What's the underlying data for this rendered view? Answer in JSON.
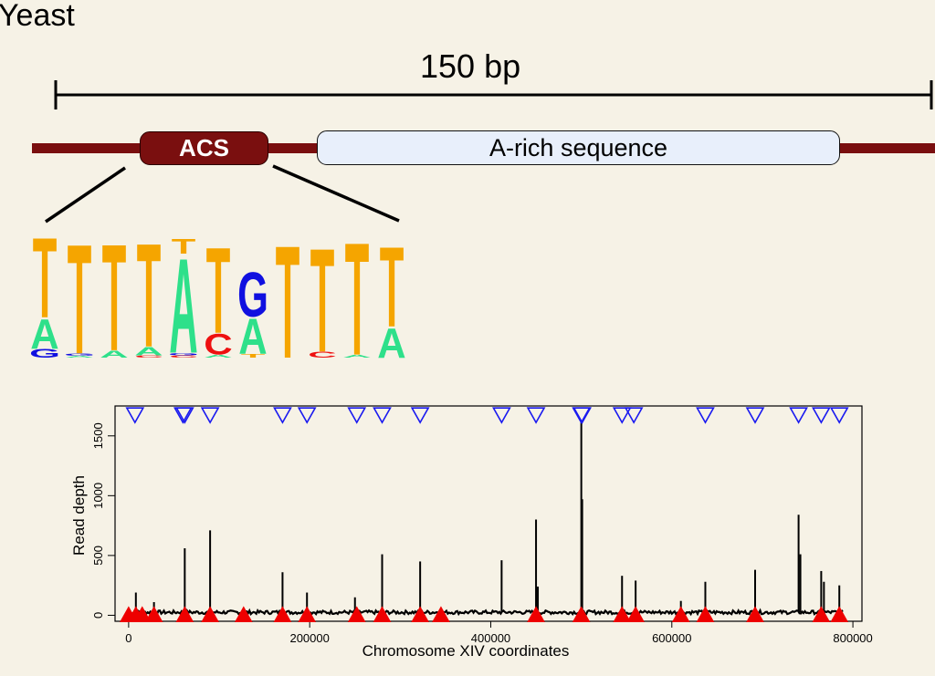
{
  "title": "Yeast",
  "scale": {
    "label": "150 bp"
  },
  "elements": {
    "acs_label": "ACS",
    "arich_label": "A-rich sequence"
  },
  "colors": {
    "background": "#f6f2e6",
    "chromosome": "#7a0f0f",
    "acs_fill": "#7a0f0f",
    "arich_fill": "#e8effb",
    "logo_T": "#f5a500",
    "logo_A": "#2ee08a",
    "logo_G": "#1010e0",
    "logo_C": "#ee1010",
    "predicted_marker": "#1a1af0",
    "known_marker": "#ee0000",
    "trace": "#000000"
  },
  "logo": {
    "positions": [
      {
        "letters": [
          {
            "base": "G",
            "bits": 0.15
          },
          {
            "base": "A",
            "bits": 0.5
          },
          {
            "base": "T",
            "bits": 1.35
          }
        ]
      },
      {
        "letters": [
          {
            "base": "A",
            "bits": 0.03
          },
          {
            "base": "G",
            "bits": 0.04
          },
          {
            "base": "T",
            "bits": 1.85
          }
        ]
      },
      {
        "letters": [
          {
            "base": "A",
            "bits": 0.12
          },
          {
            "base": "T",
            "bits": 1.8
          }
        ]
      },
      {
        "letters": [
          {
            "base": "C",
            "bits": 0.04
          },
          {
            "base": "A",
            "bits": 0.14
          },
          {
            "base": "T",
            "bits": 1.75
          }
        ]
      },
      {
        "letters": [
          {
            "base": "C",
            "bits": 0.04
          },
          {
            "base": "G",
            "bits": 0.04
          },
          {
            "base": "A",
            "bits": 1.6
          },
          {
            "base": "T",
            "bits": 0.25
          }
        ]
      },
      {
        "letters": [
          {
            "base": "A",
            "bits": 0.05
          },
          {
            "base": "C",
            "bits": 0.35
          },
          {
            "base": "T",
            "bits": 1.45
          }
        ]
      },
      {
        "letters": [
          {
            "base": "T",
            "bits": 0.06
          },
          {
            "base": "A",
            "bits": 0.6
          },
          {
            "base": "G",
            "bits": 0.75
          }
        ]
      },
      {
        "letters": [
          {
            "base": "T",
            "bits": 1.9
          }
        ]
      },
      {
        "letters": [
          {
            "base": "C",
            "bits": 0.1
          },
          {
            "base": "T",
            "bits": 1.75
          }
        ]
      },
      {
        "letters": [
          {
            "base": "A",
            "bits": 0.05
          },
          {
            "base": "T",
            "bits": 1.9
          }
        ]
      },
      {
        "letters": [
          {
            "base": "A",
            "bits": 0.5
          },
          {
            "base": "T",
            "bits": 1.35
          }
        ]
      }
    ]
  },
  "chart_data": {
    "type": "line",
    "title": "",
    "xlabel": "Chromosome XIV coordinates",
    "ylabel": "Read depth",
    "xlim": [
      -15000,
      810000
    ],
    "ylim": [
      -50,
      1750
    ],
    "xticks": [
      0,
      200000,
      400000,
      600000,
      800000
    ],
    "yticks": [
      0,
      500,
      1000,
      1500
    ],
    "baseline": 25,
    "peaks": [
      {
        "x": 8000,
        "y": 190
      },
      {
        "x": 15000,
        "y": 60
      },
      {
        "x": 28000,
        "y": 110
      },
      {
        "x": 62000,
        "y": 560
      },
      {
        "x": 90000,
        "y": 710
      },
      {
        "x": 170000,
        "y": 360
      },
      {
        "x": 197000,
        "y": 190
      },
      {
        "x": 250000,
        "y": 150
      },
      {
        "x": 280000,
        "y": 510
      },
      {
        "x": 322000,
        "y": 450
      },
      {
        "x": 412000,
        "y": 460
      },
      {
        "x": 450000,
        "y": 800
      },
      {
        "x": 452000,
        "y": 240
      },
      {
        "x": 500000,
        "y": 1620
      },
      {
        "x": 501000,
        "y": 970
      },
      {
        "x": 545000,
        "y": 330
      },
      {
        "x": 560000,
        "y": 290
      },
      {
        "x": 610000,
        "y": 120
      },
      {
        "x": 637000,
        "y": 280
      },
      {
        "x": 692000,
        "y": 380
      },
      {
        "x": 740000,
        "y": 840
      },
      {
        "x": 742000,
        "y": 510
      },
      {
        "x": 765000,
        "y": 370
      },
      {
        "x": 768000,
        "y": 280
      },
      {
        "x": 785000,
        "y": 250
      }
    ],
    "predicted_sites": [
      7000,
      60000,
      62000,
      90000,
      170000,
      197000,
      252000,
      280000,
      322000,
      412000,
      450000,
      500000,
      501000,
      545000,
      558000,
      637000,
      692000,
      740000,
      765000,
      785000
    ],
    "known_sites": [
      0,
      8000,
      15000,
      28000,
      62000,
      90000,
      127000,
      170000,
      197000,
      252000,
      280000,
      322000,
      345000,
      450000,
      500000,
      545000,
      560000,
      610000,
      637000,
      692000,
      765000,
      785000
    ],
    "marker_level_predicted": 1680,
    "marker_level_known": 0,
    "grid": false,
    "legend": "none"
  }
}
